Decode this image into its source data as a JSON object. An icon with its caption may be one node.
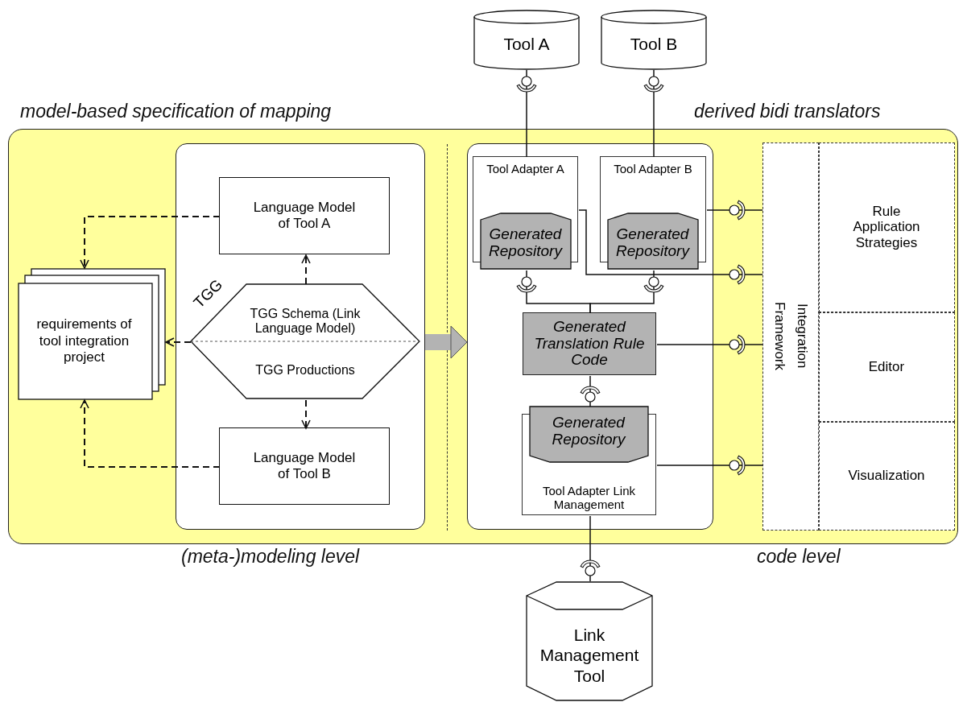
{
  "diagram": {
    "nodes": [
      {
        "text": [],
        "shape": "box"
      },
      {
        "text": [],
        "shape": "box",
        "in": 0
      },
      {
        "text": [
          "requirements of tool integration project"
        ],
        "in": 0
      },
      {
        "text": [
          "Language Model of Tool A"
        ],
        "in": 1
      },
      {
        "text": [
          "TGG Schema (Link Language Model)",
          "TGG Productions"
        ],
        "beside": [
          "TGG"
        ],
        "in": 1
      },
      {
        "text": [
          "Language Model of Tool B"
        ],
        "in": 1
      },
      {
        "text": [],
        "shape": "box",
        "in": 0
      },
      {
        "text": [
          "Tool Adapter A"
        ],
        "in": 6
      },
      {
        "text": [
          "Generated Repository"
        ],
        "in": 7
      },
      {
        "text": [
          "Tool Adapter B"
        ],
        "in": 6
      },
      {
        "text": [
          "Generated Repository"
        ],
        "in": 9
      },
      {
        "text": [
          "Generated Translation Rule Code"
        ],
        "in": 6
      },
      {
        "text": [
          "Tool Adapter Link Management"
        ],
        "in": 6
      },
      {
        "text": [
          "Generated Repository"
        ],
        "in": 12
      },
      {
        "text": [
          "Integration Framework"
        ],
        "in": 0
      },
      {
        "text": [
          "Rule Application Strategies"
        ],
        "in": 0
      },
      {
        "text": [
          "Editor"
        ],
        "in": 0
      },
      {
        "text": [
          "Visualization"
        ],
        "in": 0
      },
      {
        "text": [
          "Tool A"
        ]
      },
      {
        "text": [
          "Tool B"
        ]
      },
      {
        "text": [
          "Link Management Tool"
        ]
      }
    ],
    "edges": [
      {
        "from": 3,
        "to": 2,
        "arrow": "to",
        "style": "dashed"
      },
      {
        "from": 5,
        "to": 2,
        "arrow": "to",
        "style": "dashed"
      },
      {
        "from": 4,
        "to": 3,
        "arrow": "to",
        "style": "dashed"
      },
      {
        "from": 4,
        "to": 5,
        "arrow": "to",
        "style": "dashed"
      },
      {
        "from": 4,
        "to": 2,
        "arrow": "to",
        "style": "dashed"
      },
      {
        "from": 1,
        "to": 6,
        "arrow": "to",
        "style": "thick",
        "color": "#b3b3b3"
      },
      {
        "from": 7,
        "to": 18,
        "arrow": "other"
      },
      {
        "from": 9,
        "to": 19,
        "arrow": "other"
      },
      {
        "from": 11,
        "to": 8,
        "arrow": "other"
      },
      {
        "from": 11,
        "to": 10,
        "arrow": "other"
      },
      {
        "from": 11,
        "to": 13,
        "arrow": "other"
      },
      {
        "from": 12,
        "to": 20,
        "arrow": "other"
      },
      {
        "from": 7,
        "to": 14,
        "arrow": "other"
      },
      {
        "from": 9,
        "to": 14,
        "arrow": "other"
      },
      {
        "from": 11,
        "to": 14,
        "arrow": "other"
      },
      {
        "from": 12,
        "to": 14,
        "arrow": "other"
      }
    ],
    "labels": [
      "model-based specification of mapping",
      "derived bidi translators",
      "(meta-)modeling level",
      "code level"
    ]
  }
}
